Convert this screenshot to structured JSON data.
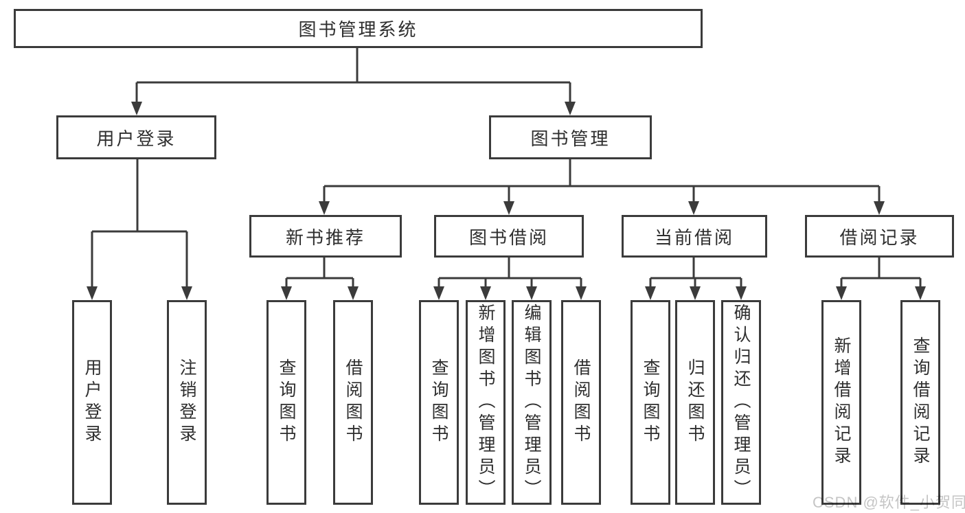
{
  "tree": {
    "label": "图书管理系统",
    "children": [
      {
        "label": "用户登录",
        "children": [
          {
            "label": "用户登录"
          },
          {
            "label": "注销登录"
          }
        ]
      },
      {
        "label": "图书管理",
        "children": [
          {
            "label": "新书推荐",
            "children": [
              {
                "label": "查询图书"
              },
              {
                "label": "借阅图书"
              }
            ]
          },
          {
            "label": "图书借阅",
            "children": [
              {
                "label": "查询图书"
              },
              {
                "label": "新增图书（管理员）"
              },
              {
                "label": "编辑图书（管理员）"
              },
              {
                "label": "借阅图书"
              }
            ]
          },
          {
            "label": "当前借阅",
            "children": [
              {
                "label": "查询图书"
              },
              {
                "label": "归还图书"
              },
              {
                "label": "确认归还（管理员）"
              }
            ]
          },
          {
            "label": "借阅记录",
            "children": [
              {
                "label": "新增借阅记录"
              },
              {
                "label": "查询借阅记录"
              }
            ]
          }
        ]
      }
    ]
  },
  "watermark": "CSDN @软件_小贺同学",
  "colors": {
    "line": "#3b3b3b",
    "text": "#2e2e2e",
    "watermark": "#c5c5c5",
    "background": "#ffffff"
  }
}
